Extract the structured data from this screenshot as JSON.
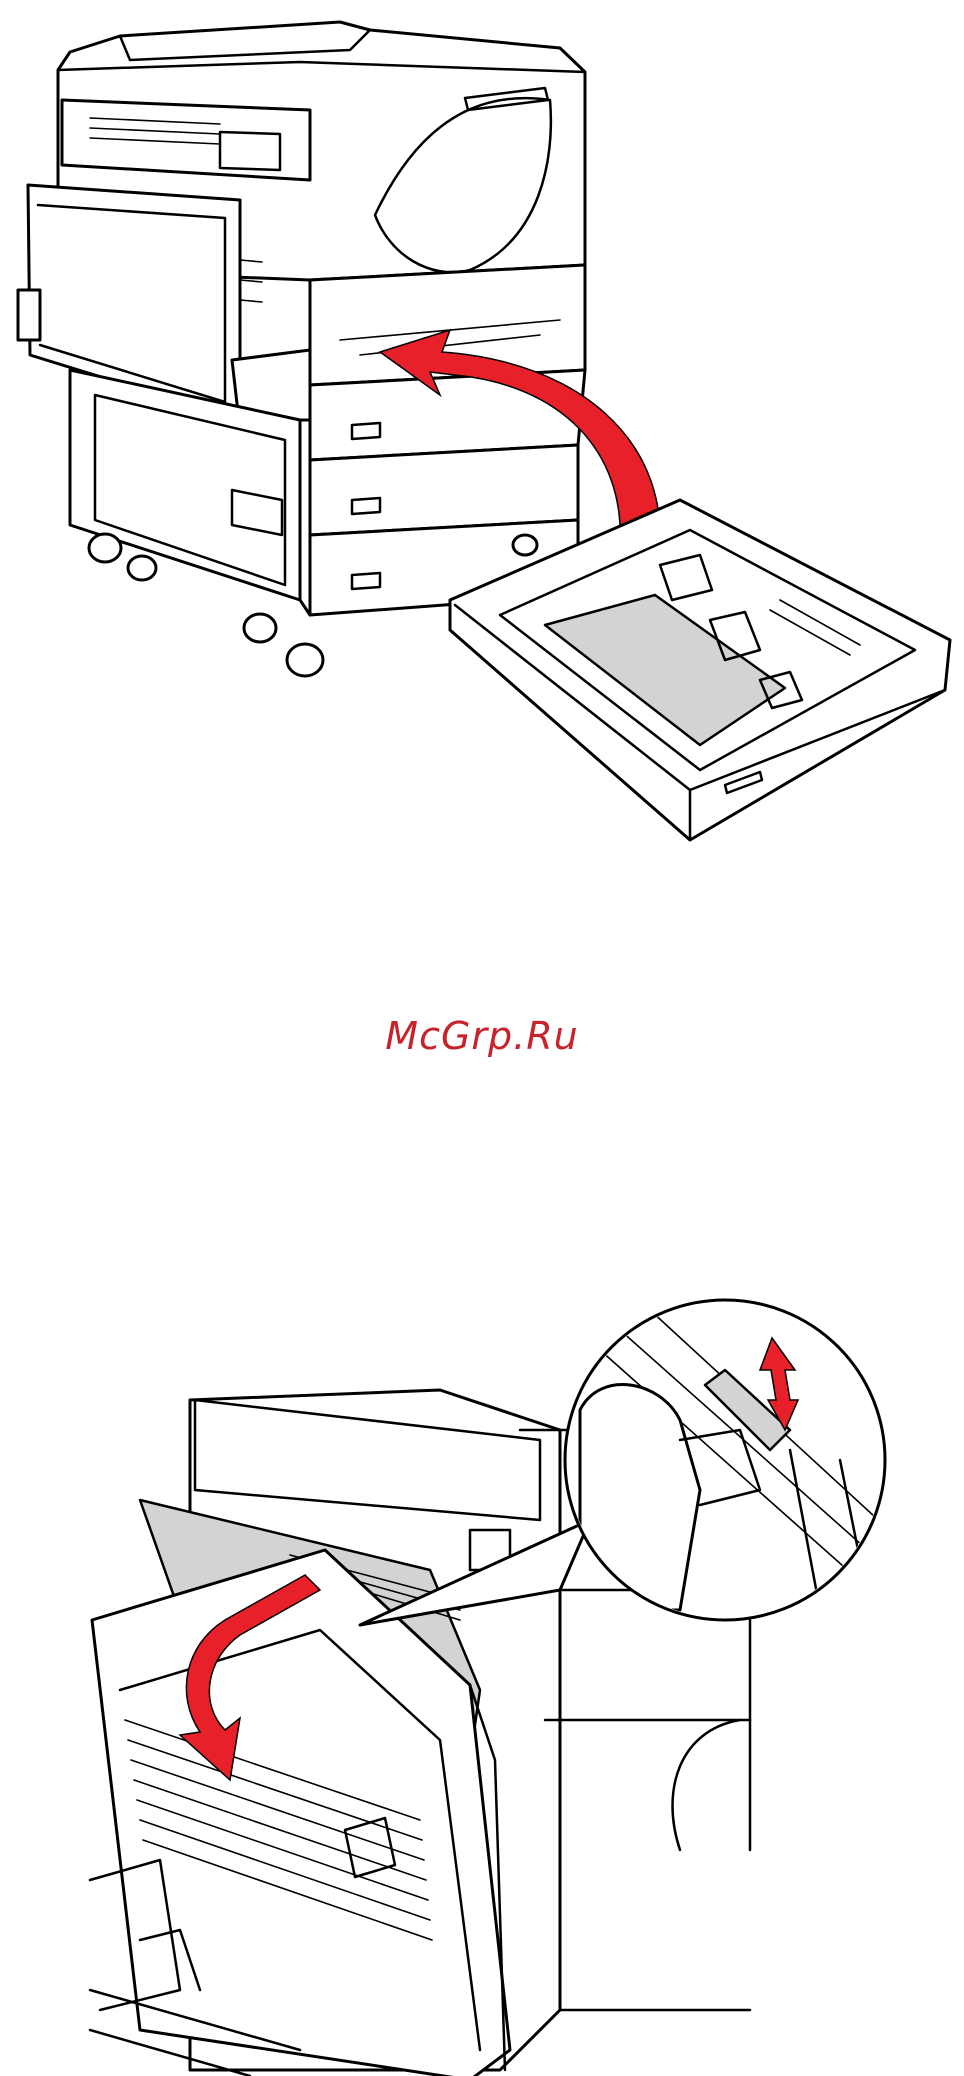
{
  "watermark": {
    "text": "McGrp.Ru",
    "color": "#c8222b"
  },
  "colors": {
    "arrow": "#e8202a",
    "paper_grey": "#d3d3d3",
    "line": "#000000"
  },
  "figures": [
    {
      "depicts": "printer-tray-insert"
    },
    {
      "depicts": "printer-side-door-open"
    }
  ]
}
